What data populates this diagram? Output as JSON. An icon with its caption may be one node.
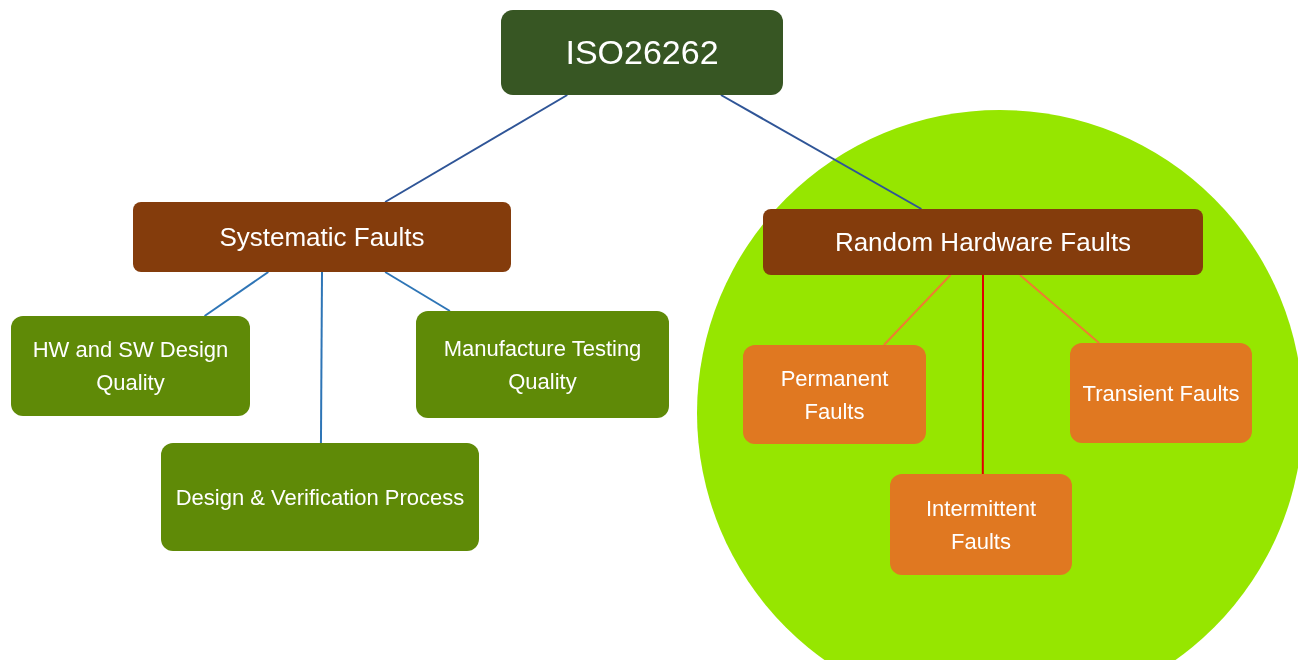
{
  "diagram": {
    "nodes": [
      {
        "text": [
          "ISO26262"
        ]
      },
      {
        "text": [
          "Systematic Faults"
        ]
      },
      {
        "text": [
          "HW and SW Design Quality"
        ]
      },
      {
        "text": [
          "Design & Verification Process"
        ]
      },
      {
        "text": [
          "Manufacture Testing Quality"
        ]
      },
      {
        "text": [],
        "shape": "circle"
      },
      {
        "text": [
          "Random Hardware Faults"
        ],
        "in": 5
      },
      {
        "text": [
          "Permanent Faults"
        ],
        "in": 5
      },
      {
        "text": [
          "Intermittent Faults"
        ],
        "in": 5
      },
      {
        "text": [
          "Transient Faults"
        ],
        "in": 5
      }
    ],
    "edges": [
      {
        "from": 0,
        "to": 1,
        "arrow": "none",
        "color": "#2f5597"
      },
      {
        "from": 0,
        "to": 6,
        "arrow": "none",
        "color": "#2f5597"
      },
      {
        "from": 1,
        "to": 2,
        "arrow": "none",
        "color": "#2e75b6"
      },
      {
        "from": 1,
        "to": 3,
        "arrow": "none",
        "color": "#2e75b6"
      },
      {
        "from": 1,
        "to": 4,
        "arrow": "none",
        "color": "#2e75b6"
      },
      {
        "from": 6,
        "to": 7,
        "arrow": "none",
        "color": "#ed7d31"
      },
      {
        "from": 6,
        "to": 8,
        "arrow": "none",
        "color": "#e00000"
      },
      {
        "from": 6,
        "to": 9,
        "arrow": "none",
        "color": "#ed7d31"
      }
    ]
  }
}
